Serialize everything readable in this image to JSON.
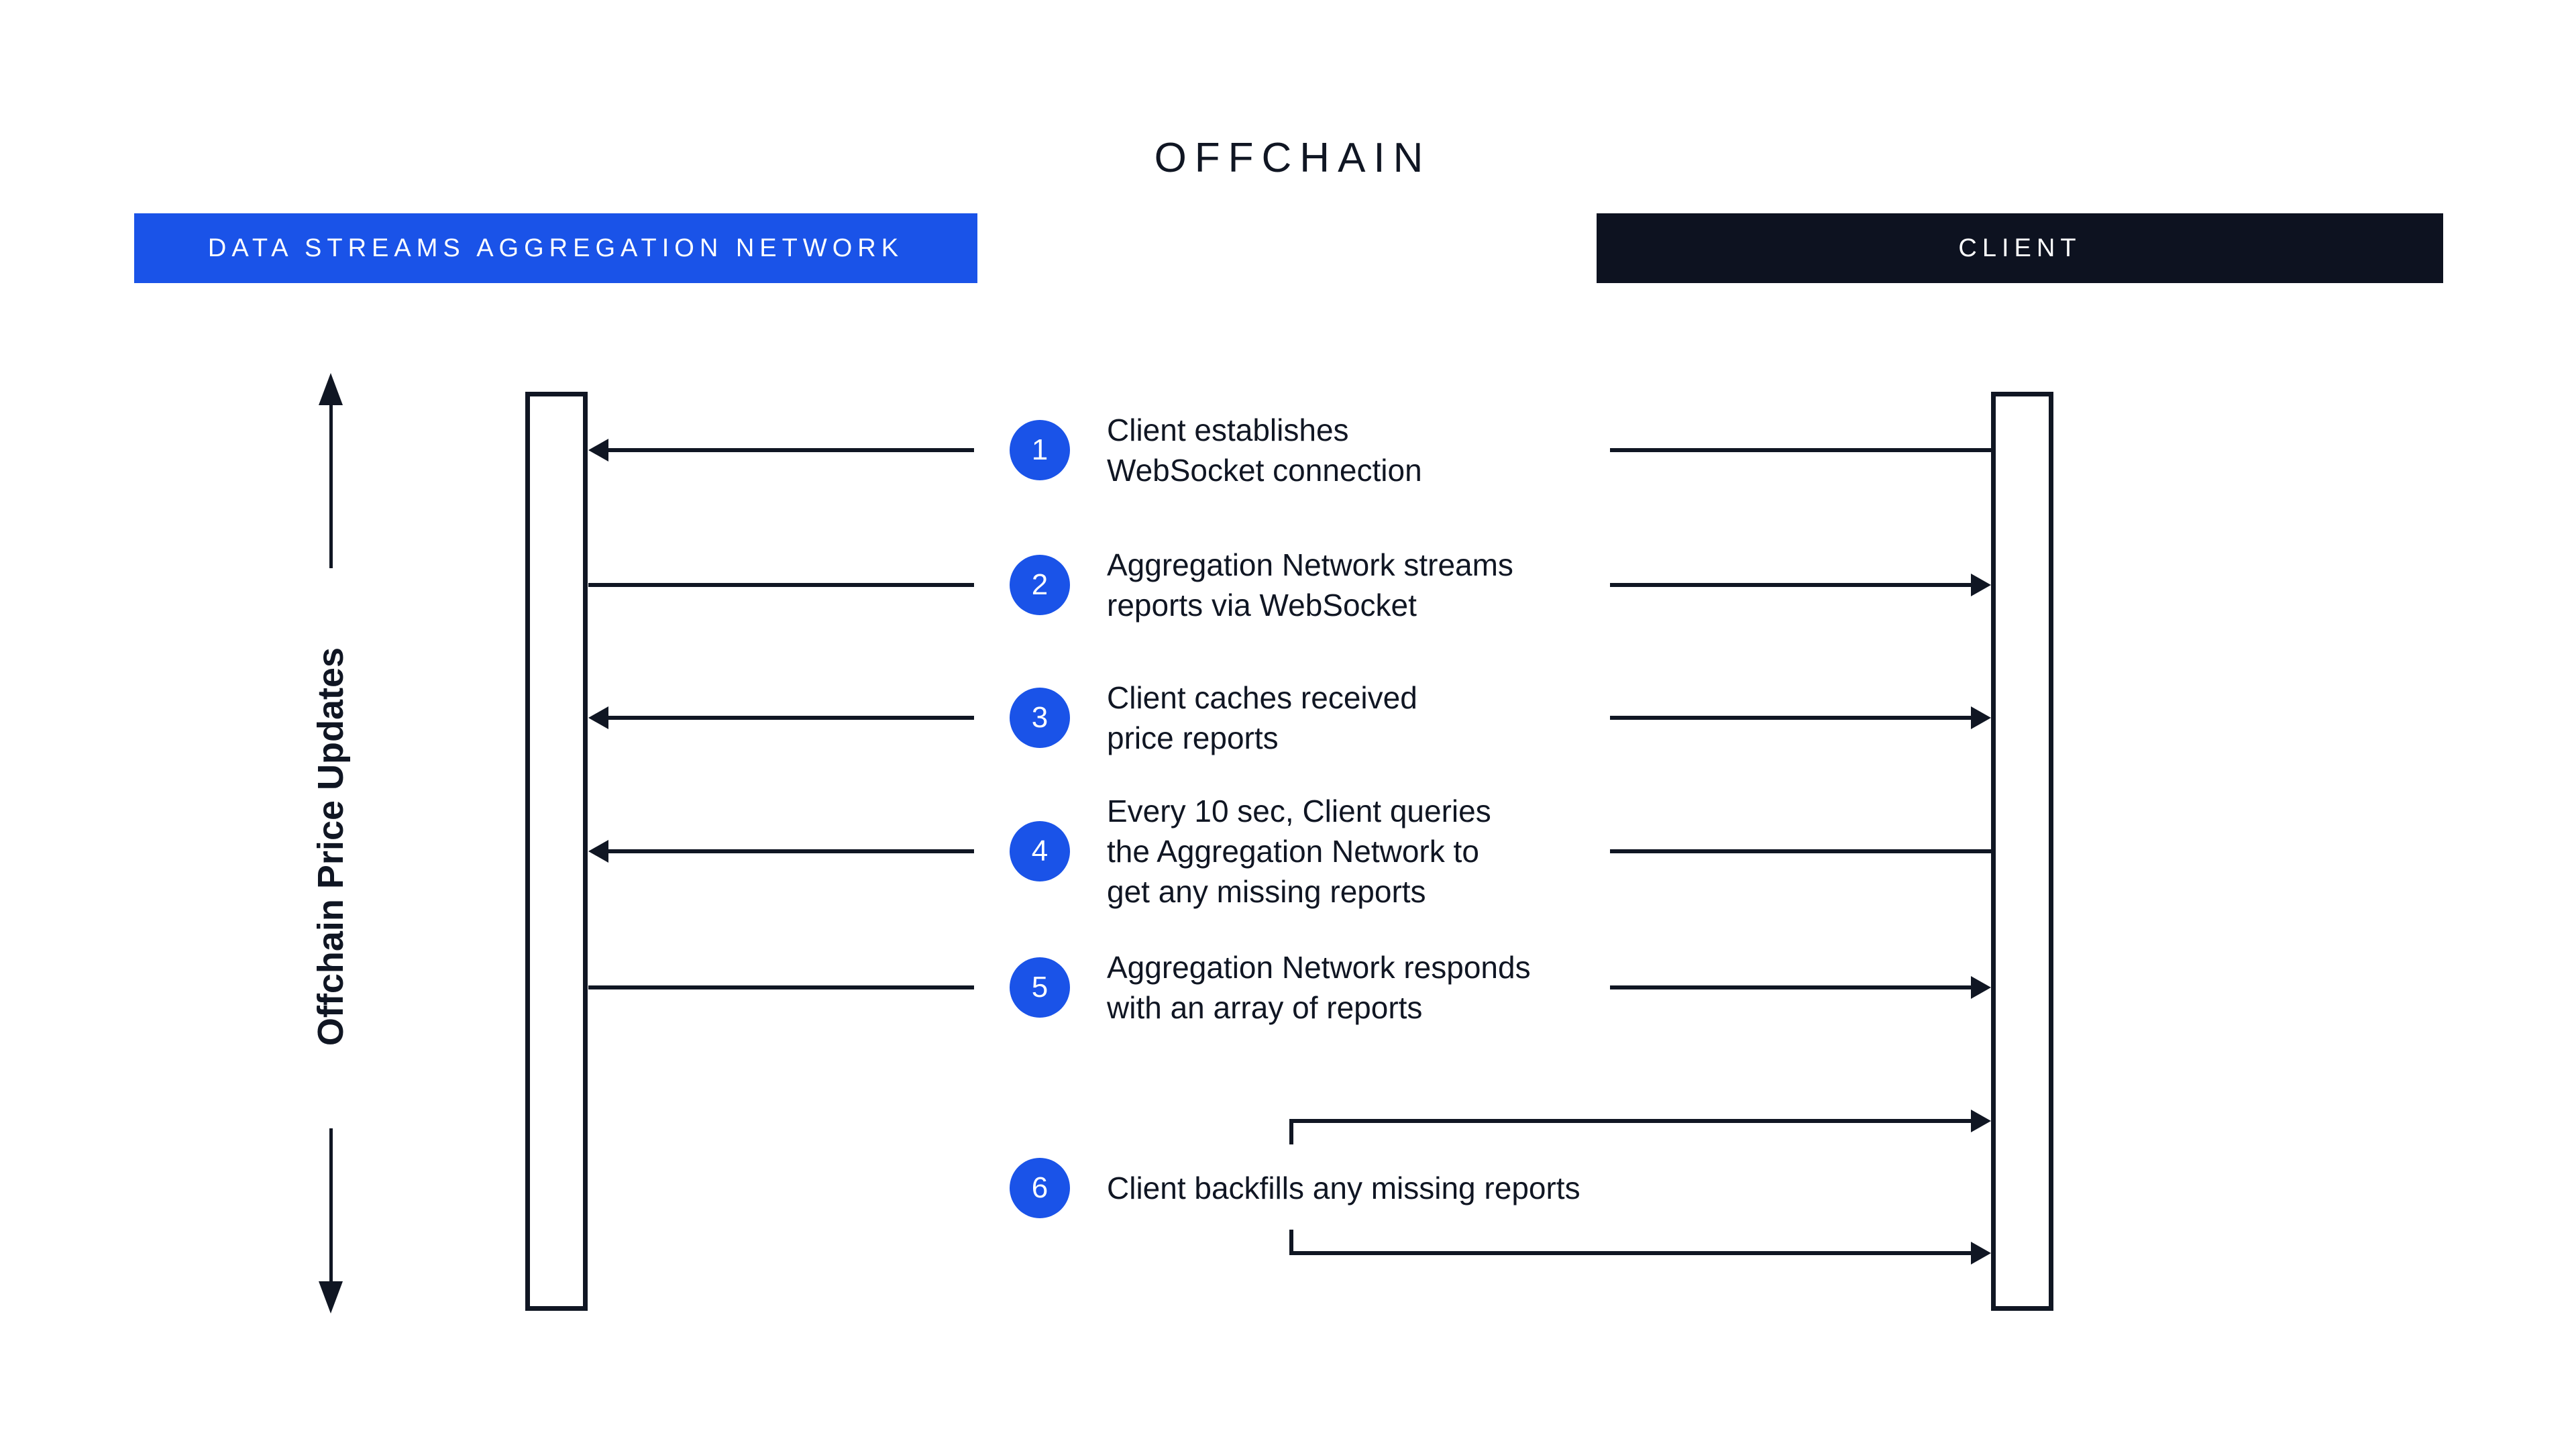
{
  "section_title": "OFFCHAIN",
  "actors": {
    "network": {
      "label": "DATA STREAMS AGGREGATION NETWORK"
    },
    "client": {
      "label": "CLIENT"
    }
  },
  "axis": {
    "label": "Offchain Price Updates"
  },
  "steps": [
    {
      "num": "1",
      "text": "Client establishes\nWebSocket connection",
      "left_arrow": "into-network",
      "right_arrow": "none"
    },
    {
      "num": "2",
      "text": "Aggregation Network streams\nreports via WebSocket",
      "left_arrow": "none",
      "right_arrow": "into-client"
    },
    {
      "num": "3",
      "text": "Client caches received\nprice reports",
      "left_arrow": "into-network",
      "right_arrow": "into-client"
    },
    {
      "num": "4",
      "text": "Every 10 sec, Client queries\nthe Aggregation Network to\nget any missing reports",
      "left_arrow": "into-network",
      "right_arrow": "none"
    },
    {
      "num": "5",
      "text": "Aggregation Network responds\nwith an array of reports",
      "left_arrow": "none",
      "right_arrow": "into-client"
    },
    {
      "num": "6",
      "text": "Client backfills any missing reports",
      "left_arrow": "none",
      "right_arrow": "double-into-client"
    }
  ],
  "colors": {
    "accent_blue": "#1a53e8",
    "ink": "#101623",
    "banner_dark": "#0d1220",
    "background": "#ffffff"
  }
}
